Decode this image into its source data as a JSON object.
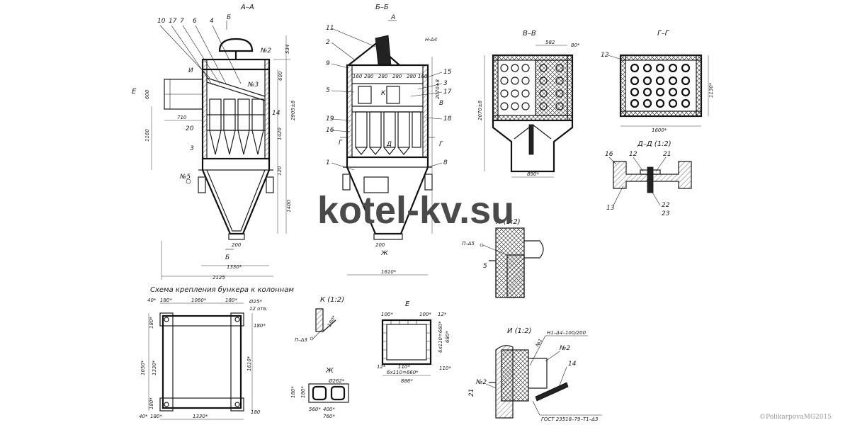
{
  "watermark": "kotel-kv.su",
  "copyright": "©PolikarpovaMG2015",
  "views": {
    "aa": {
      "title": "А–А",
      "section_mark": "Б",
      "callouts": [
        "10",
        "17",
        "7",
        "6",
        "4",
        "№2",
        "И",
        "№3",
        "14",
        "20",
        "3",
        "№5",
        "Е"
      ],
      "dims": [
        "534",
        "600",
        "710",
        "1160",
        "1420",
        "2905±8",
        "120",
        "1400",
        "200",
        "1330*",
        "2125",
        "600"
      ]
    },
    "bb": {
      "title": "Б–Б",
      "section_mark": "А",
      "callouts": [
        "11",
        "2",
        "9",
        "5",
        "19",
        "16",
        "1",
        "15",
        "3",
        "17",
        "18",
        "8",
        "В",
        "Г",
        "Д",
        "Ж",
        "К"
      ],
      "dims": [
        "160",
        "280",
        "280",
        "280",
        "280",
        "160",
        "200",
        "1610*",
        "2070±8"
      ],
      "weld_note": "Н-Δ4"
    },
    "vv": {
      "title": "В–В",
      "dims": [
        "582",
        "80*",
        "890*",
        "2070±8"
      ]
    },
    "gg": {
      "title": "Г–Г",
      "callout": "12",
      "dims": [
        "1600*",
        "1130*"
      ]
    },
    "dd": {
      "title": "Д–Д (1:2)",
      "callouts": [
        "16",
        "12",
        "21",
        "13",
        "22",
        "23"
      ]
    },
    "l": {
      "title": "Л (1:2)",
      "weld": "П–Δ5",
      "callout": "5"
    },
    "scheme": {
      "title": "Схема крепления бункера к колоннам",
      "dims": [
        "40*",
        "180*",
        "1060*",
        "180*",
        "12 отв.",
        "Ø25*",
        "180*",
        "180*",
        "1050*",
        "1330*",
        "1610*",
        "1330*",
        "40*",
        "180",
        "180*",
        "180*"
      ]
    },
    "k": {
      "title": "К (1:2)",
      "weld": "П–Δ3",
      "dim": "180*"
    },
    "e": {
      "title": "Е",
      "dims": [
        "100*",
        "100*",
        "12*",
        "6х110=660*",
        "680*",
        "110*",
        "12*",
        "6х110=660*",
        "886*",
        "110*"
      ]
    },
    "zh": {
      "title": "Ж",
      "dims": [
        "Ø262*",
        "180*",
        "180*",
        "400*",
        "760*",
        "560*"
      ]
    },
    "i": {
      "title": "И (1:2)",
      "weld": "Н1–Δ4–100/200",
      "callouts": [
        "№1",
        "№2",
        "14",
        "№2",
        "21"
      ],
      "gost": "ГОСТ 23518–79–Т1–Δ3"
    }
  }
}
